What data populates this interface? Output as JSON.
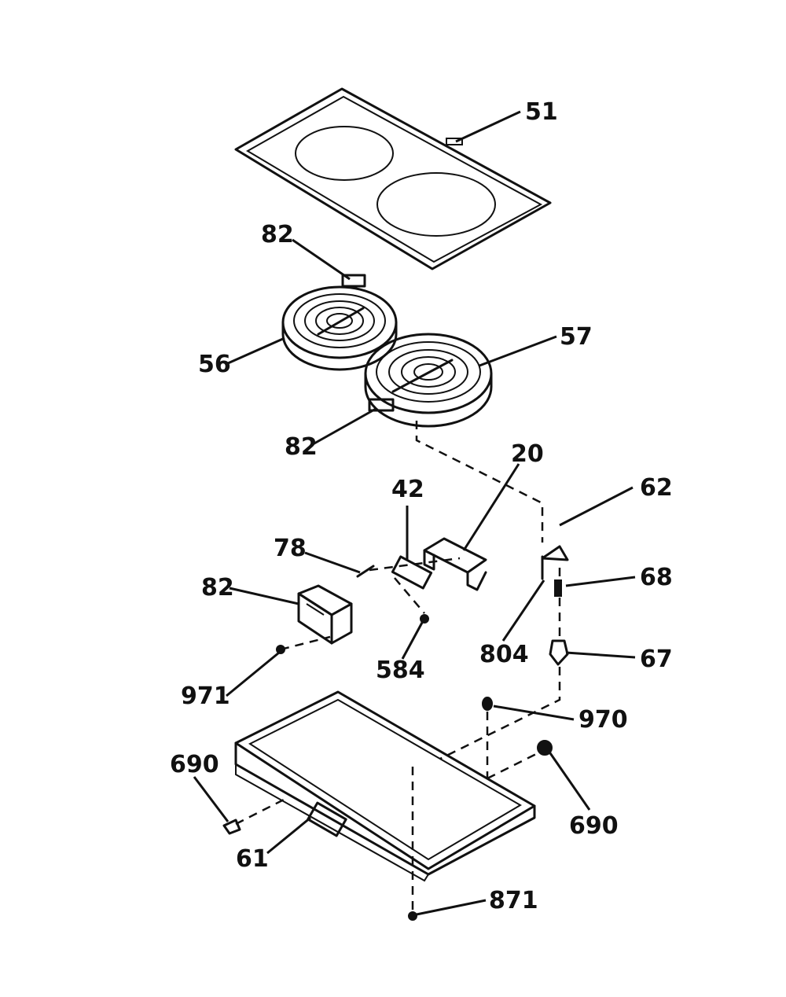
{
  "callouts": [
    {
      "id": "c51",
      "text": "51"
    },
    {
      "id": "c82a",
      "text": "82"
    },
    {
      "id": "c56",
      "text": "56"
    },
    {
      "id": "c57",
      "text": "57"
    },
    {
      "id": "c82b",
      "text": "82"
    },
    {
      "id": "c20",
      "text": "20"
    },
    {
      "id": "c42",
      "text": "42"
    },
    {
      "id": "c62",
      "text": "62"
    },
    {
      "id": "c78",
      "text": "78"
    },
    {
      "id": "c68",
      "text": "68"
    },
    {
      "id": "c82c",
      "text": "82"
    },
    {
      "id": "c804",
      "text": "804"
    },
    {
      "id": "c67",
      "text": "67"
    },
    {
      "id": "c584",
      "text": "584"
    },
    {
      "id": "c971",
      "text": "971"
    },
    {
      "id": "c970",
      "text": "970"
    },
    {
      "id": "c690a",
      "text": "690"
    },
    {
      "id": "c690b",
      "text": "690"
    },
    {
      "id": "c61",
      "text": "61"
    },
    {
      "id": "c871",
      "text": "871"
    }
  ]
}
